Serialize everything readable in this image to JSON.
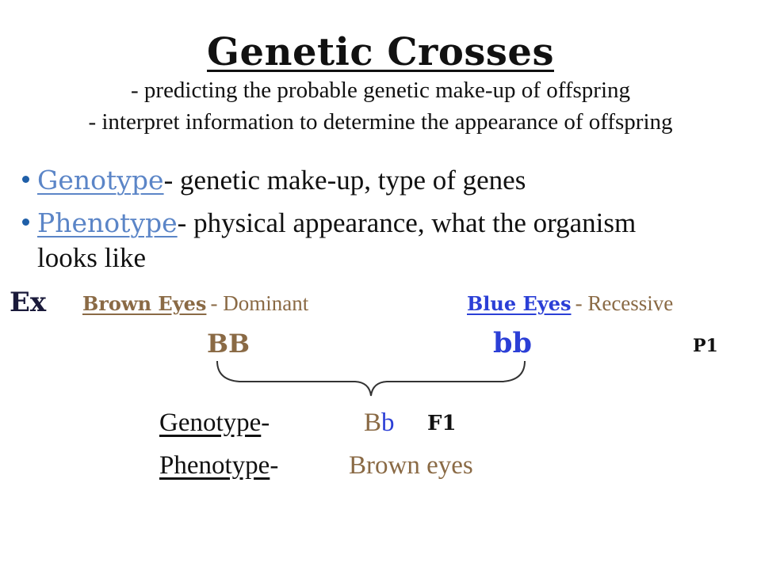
{
  "title": "Genetic Crosses",
  "subtitle_lines": [
    "- predicting the probable genetic make-up of offspring",
    "- interpret information to determine the appearance of offspring"
  ],
  "bullets": [
    {
      "term": "Genotype",
      "definition": "- genetic make-up, type of genes",
      "definition_line2": ""
    },
    {
      "term": "Phenotype",
      "definition": "- physical appearance, what the organism",
      "definition_line2": "looks like"
    }
  ],
  "example": {
    "label": "Ex",
    "dominant_trait": "Brown Eyes",
    "dominant_suffix": "- Dominant",
    "recessive_trait": "Blue Eyes",
    "recessive_suffix": "- Recessive",
    "parent_dominant": "BB",
    "parent_recessive": "bb",
    "parent_generation": "P1"
  },
  "offspring": {
    "genotype_label": "Genotype",
    "genotype_suffix": "-",
    "genotype_allele_dominant": "B",
    "genotype_allele_recessive": "b",
    "genotype_generation": "F1",
    "phenotype_label": "Phenotype",
    "phenotype_suffix": "-",
    "phenotype_value": "Brown eyes"
  },
  "colors": {
    "brown": "#8a6a45",
    "blue": "#2b3fd6",
    "term_blue": "#5b85c7",
    "bullet": "#1f5fa8"
  }
}
